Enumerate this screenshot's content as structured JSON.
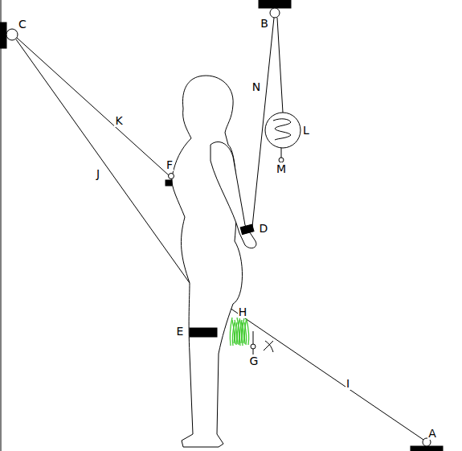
{
  "diagram": {
    "labels": [
      "C",
      "B",
      "K",
      "N",
      "L",
      "M",
      "F",
      "D",
      "J",
      "H",
      "E",
      "G",
      "I",
      "A"
    ]
  }
}
